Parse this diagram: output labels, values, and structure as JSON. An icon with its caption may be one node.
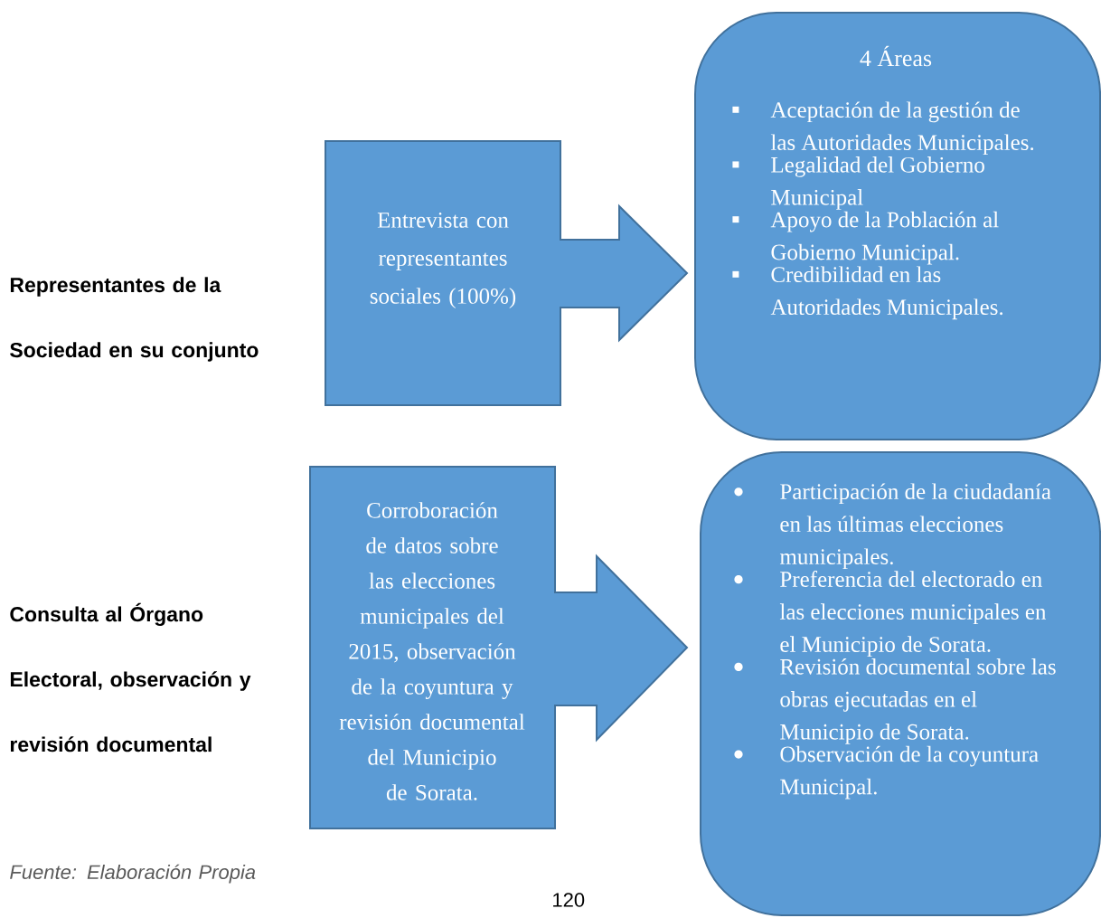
{
  "diagram": {
    "nodes": [
      {
        "text": [
          "Entrevista con representantes sociales (100%)"
        ]
      },
      {
        "text": [
          "4 Áreas",
          "Aceptación de la gestión de las Autoridades Municipales.",
          "Legalidad del Gobierno Municipal",
          "Apoyo de la Población al Gobierno Municipal.",
          "Credibilidad en las Autoridades Municipales."
        ]
      },
      {
        "text": [
          "Corroboración de datos sobre las elecciones municipales del 2015, observación de la coyuntura y revisión documental del Municipio de Sorata."
        ]
      },
      {
        "text": [
          "Participación de la ciudadanía en las últimas elecciones municipales.",
          "Preferencia del electorado en las elecciones municipales en el Municipio de Sorata.",
          "Revisión documental sobre las obras ejecutadas en el Municipio de Sorata.",
          "Observación de la coyuntura Municipal."
        ]
      }
    ],
    "labels": [
      "Representantes de la Sociedad en su conjunto",
      "Consulta al Órgano Electoral, observación y revisión documental",
      "Fuente: Elaboración Propia",
      "120"
    ]
  }
}
